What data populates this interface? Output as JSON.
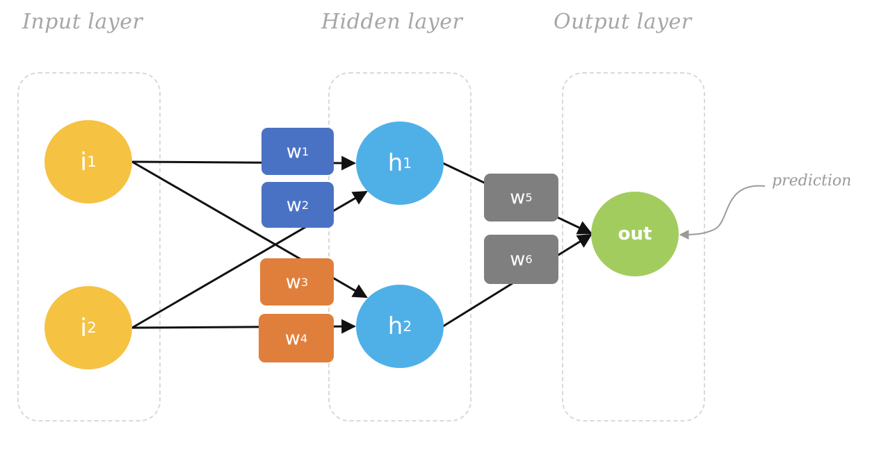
{
  "layers": [
    {
      "id": "input",
      "label": "Input layer"
    },
    {
      "id": "hidden",
      "label": "Hidden layer"
    },
    {
      "id": "output",
      "label": "Output layer"
    }
  ],
  "nodes": {
    "i1": {
      "base": "i",
      "sub": "1"
    },
    "i2": {
      "base": "i",
      "sub": "2"
    },
    "h1": {
      "base": "h",
      "sub": "1"
    },
    "h2": {
      "base": "h",
      "sub": "2"
    },
    "out": {
      "base": "out",
      "sub": ""
    }
  },
  "weights": {
    "w1": {
      "base": "w",
      "sub": "1"
    },
    "w2": {
      "base": "w",
      "sub": "2"
    },
    "w3": {
      "base": "w",
      "sub": "3"
    },
    "w4": {
      "base": "w",
      "sub": "4"
    },
    "w5": {
      "base": "w",
      "sub": "5"
    },
    "w6": {
      "base": "w",
      "sub": "6"
    }
  },
  "annotation": {
    "text": "prediction",
    "target": "out"
  },
  "edges": [
    {
      "from": "i1",
      "to": "h1",
      "weight": "w1"
    },
    {
      "from": "i2",
      "to": "h1",
      "weight": "w2"
    },
    {
      "from": "i1",
      "to": "h2",
      "weight": "w3"
    },
    {
      "from": "i2",
      "to": "h2",
      "weight": "w4"
    },
    {
      "from": "h1",
      "to": "out",
      "weight": "w5"
    },
    {
      "from": "h2",
      "to": "out",
      "weight": "w6"
    }
  ],
  "colors": {
    "input_node": "#f5c242",
    "hidden_node": "#4fb0e8",
    "output_node": "#a3cc5f",
    "weight_blue": "#4a72c4",
    "weight_orange": "#e07f3c",
    "weight_gray": "#7f7f7f",
    "edge": "#111111",
    "box_border": "#d9d9d9",
    "title_text": "#a6a6a6",
    "annotation_text": "#9a9a9a"
  }
}
